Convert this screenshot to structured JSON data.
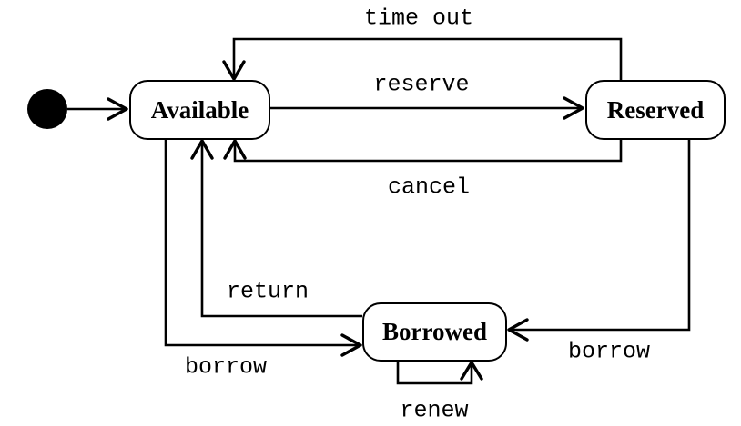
{
  "diagram": {
    "type": "uml-state-machine",
    "colors": {
      "stroke": "#000000",
      "background": "#ffffff",
      "text": "#000000"
    },
    "initial": {
      "kind": "initial-pseudostate",
      "shape": "filled-circle"
    },
    "states": [
      {
        "id": "available",
        "label": "Available"
      },
      {
        "id": "reserved",
        "label": "Reserved"
      },
      {
        "id": "borrowed",
        "label": "Borrowed"
      }
    ],
    "transitions": [
      {
        "from": "initial",
        "to": "available",
        "label": ""
      },
      {
        "from": "reserved",
        "to": "available",
        "label": "time out"
      },
      {
        "from": "available",
        "to": "reserved",
        "label": "reserve"
      },
      {
        "from": "reserved",
        "to": "available",
        "label": "cancel"
      },
      {
        "from": "borrowed",
        "to": "available",
        "label": "return"
      },
      {
        "from": "available",
        "to": "borrowed",
        "label": "borrow"
      },
      {
        "from": "reserved",
        "to": "borrowed",
        "label": "borrow"
      },
      {
        "from": "borrowed",
        "to": "borrowed",
        "label": "renew"
      }
    ]
  }
}
